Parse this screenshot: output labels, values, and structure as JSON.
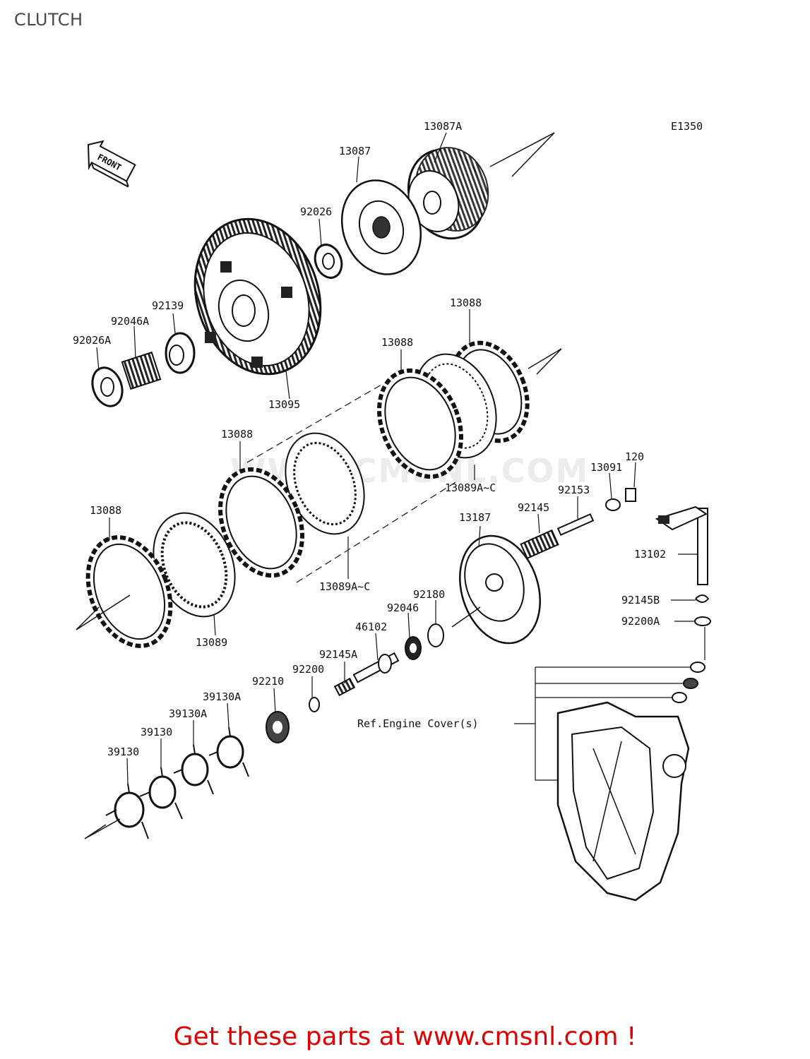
{
  "page": {
    "title": "CLUTCH"
  },
  "diagram": {
    "code": "E1350",
    "front_label": "FRONT",
    "watermark": "WWW.CMSNL.COM",
    "ref_label": "Ref.Engine Cover(s)",
    "part_labels": [
      "13087A",
      "13087",
      "92026",
      "92139",
      "92046A",
      "92026A",
      "13095",
      "13088",
      "13088",
      "13088",
      "13088",
      "13089A~C",
      "13089A~C",
      "13089",
      "13187",
      "92145",
      "92153",
      "13091",
      "120",
      "13102",
      "92145B",
      "92200A",
      "92180",
      "92046",
      "46102",
      "92145A",
      "92200",
      "92210",
      "39130A",
      "39130A",
      "39130",
      "39130"
    ]
  },
  "footer": {
    "text": "Get these parts at www.cmsnl.com !"
  },
  "colors": {
    "footer": "#e00000",
    "line": "#111111",
    "title": "#4a4a4a"
  }
}
